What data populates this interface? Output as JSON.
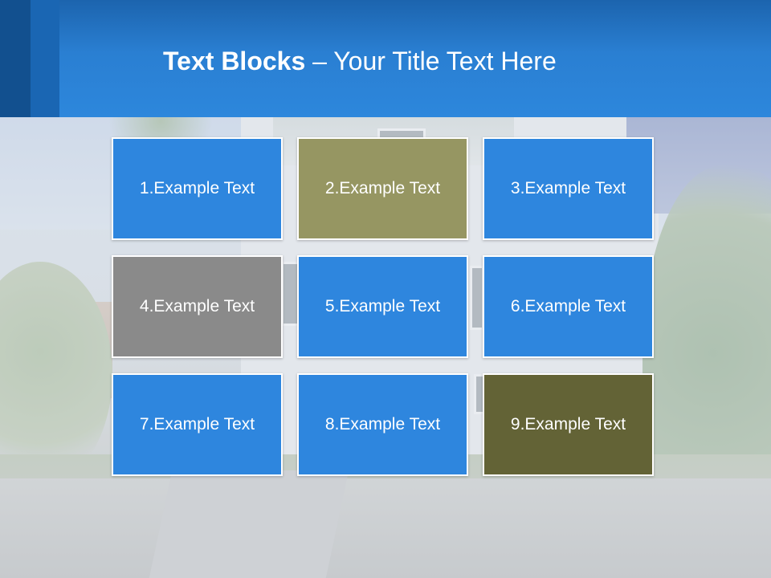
{
  "slide": {
    "title_bold": "Text Blocks",
    "title_dash": " – ",
    "title_rest": "Your Title Text Here"
  },
  "colors": {
    "header_blue": "#2a7fd2",
    "block_blue": "#2e86de",
    "block_olive": "#969662",
    "block_gray": "#8a8a8a",
    "block_dark_olive": "#636336"
  },
  "blocks": [
    {
      "label": "1.Example Text",
      "color": "#2e86de"
    },
    {
      "label": "2.Example Text",
      "color": "#969662"
    },
    {
      "label": "3.Example Text",
      "color": "#2e86de"
    },
    {
      "label": "4.Example Text",
      "color": "#8a8a8a"
    },
    {
      "label": "5.Example Text",
      "color": "#2e86de"
    },
    {
      "label": "6.Example Text",
      "color": "#2e86de"
    },
    {
      "label": "7.Example Text",
      "color": "#2e86de"
    },
    {
      "label": "8.Example Text",
      "color": "#2e86de"
    },
    {
      "label": "9.Example Text",
      "color": "#636336"
    }
  ]
}
